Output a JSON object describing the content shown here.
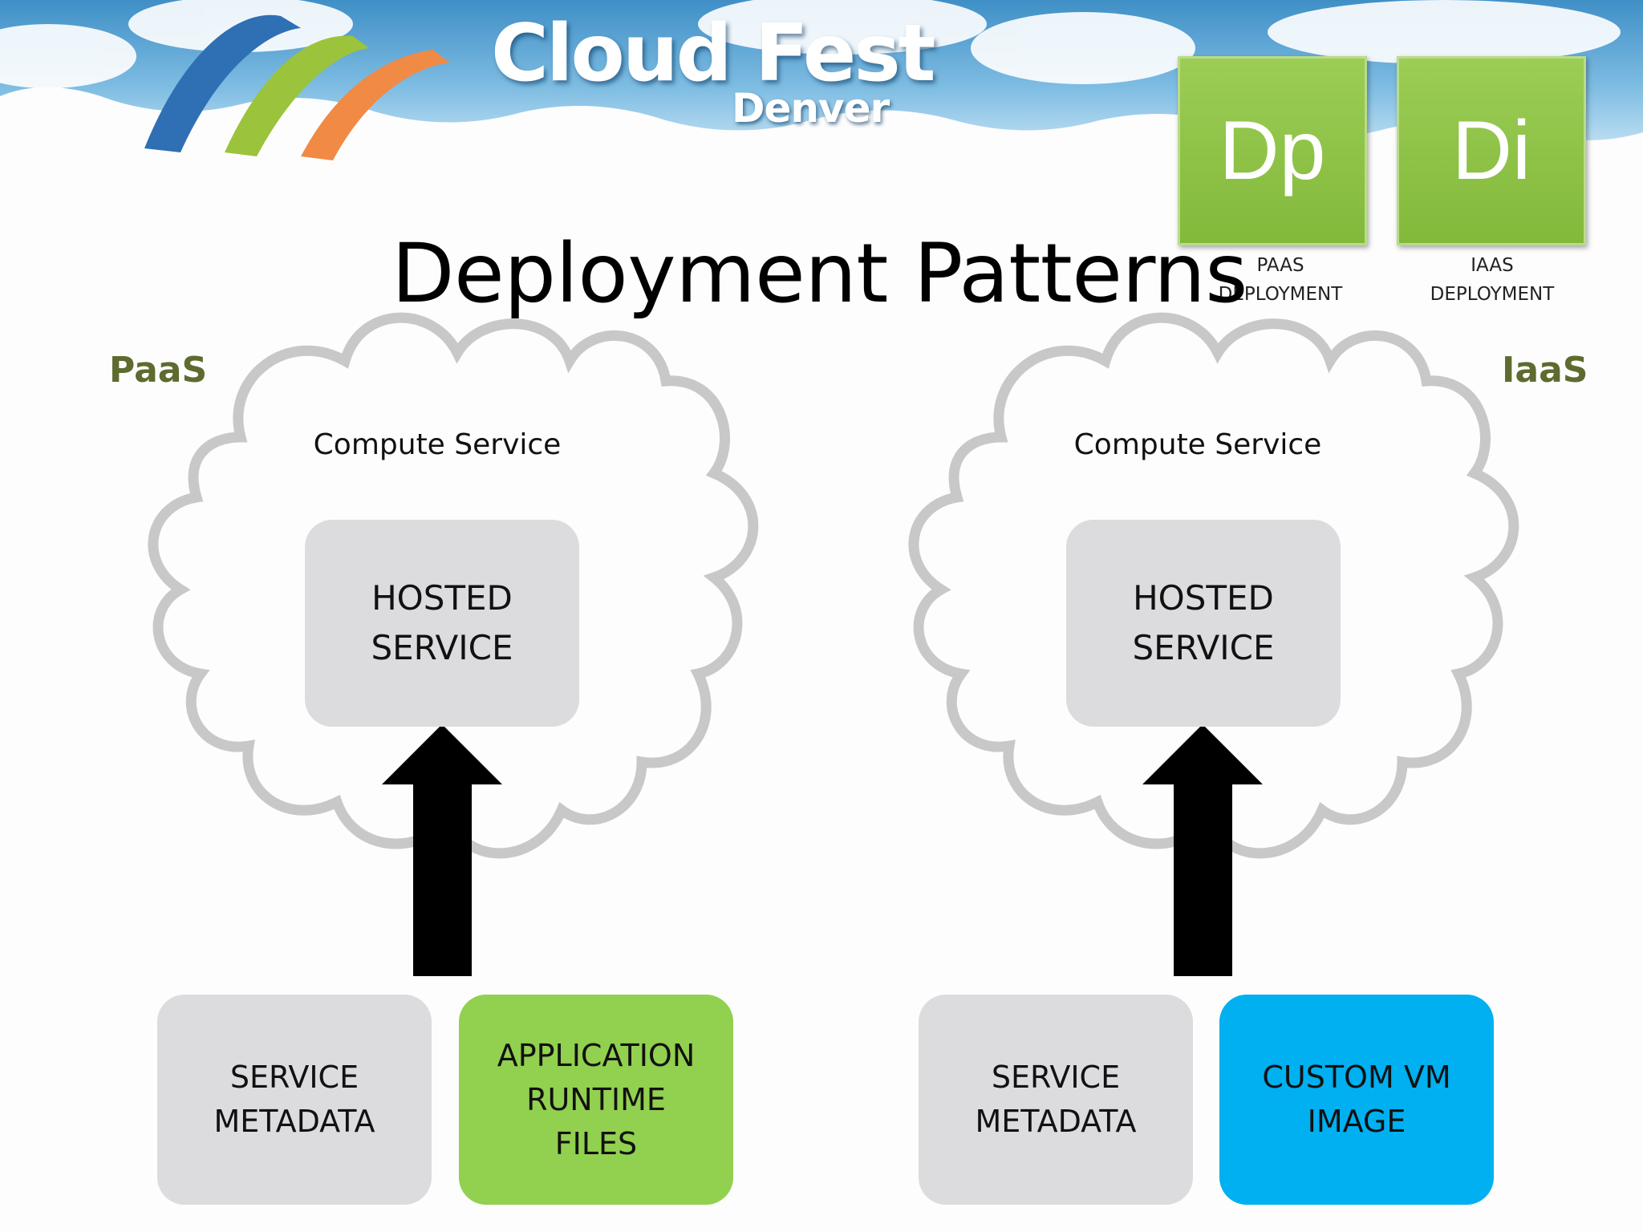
{
  "header": {
    "logo_title": "Cloud Fest",
    "logo_subtitle": "Denver"
  },
  "tiles": [
    {
      "symbol": "Dp",
      "caption": "PAAS\nDEPLOYMENT"
    },
    {
      "symbol": "Di",
      "caption": "IAAS\nDEPLOYMENT"
    }
  ],
  "title": "Deployment Patterns",
  "panels": {
    "paas": {
      "label": "PaaS",
      "cloud_label": "Compute Service",
      "hosted": "HOSTED\nSERVICE",
      "metadata": "SERVICE\nMETADATA",
      "files": "APPLICATION\nRUNTIME\nFILES"
    },
    "iaas": {
      "label": "IaaS",
      "cloud_label": "Compute Service",
      "hosted": "HOSTED\nSERVICE",
      "metadata": "SERVICE\nMETADATA",
      "image": "CUSTOM VM\nIMAGE"
    }
  },
  "colors": {
    "label_olive": "#5d6b2f",
    "box_grey": "#dcdcdf",
    "box_green": "#92d050",
    "box_blue": "#00b0f0",
    "tile_green": "#8cc447"
  }
}
